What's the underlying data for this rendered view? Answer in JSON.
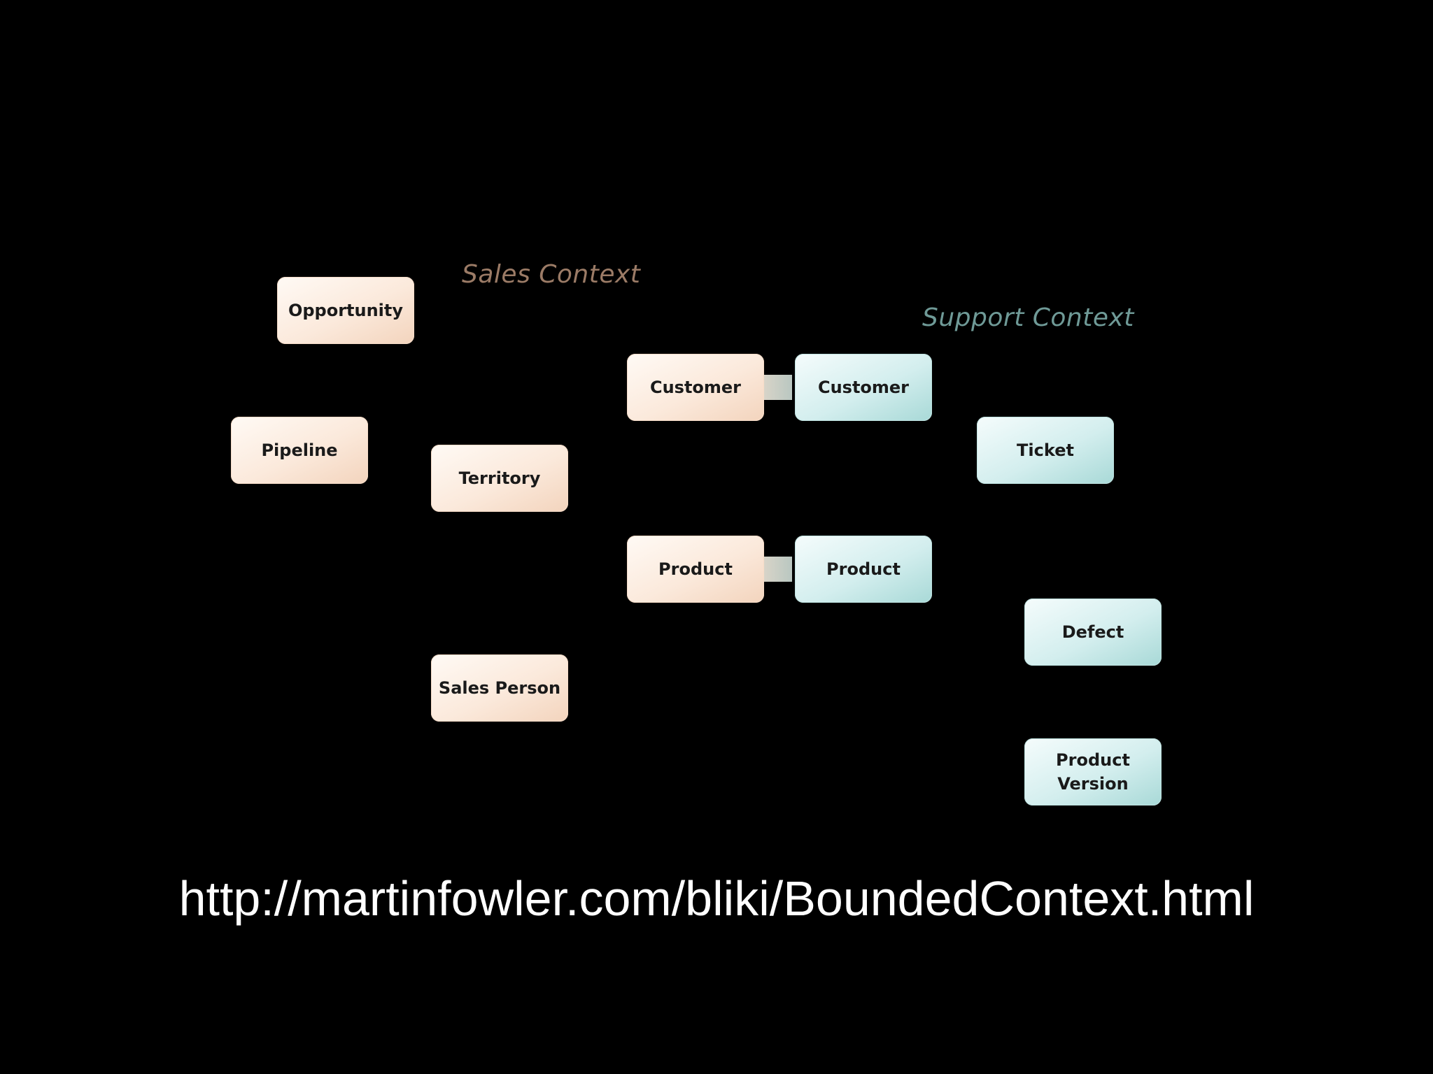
{
  "contexts": {
    "sales": {
      "label": "Sales Context",
      "color": "#9b7b66"
    },
    "support": {
      "label": "Support Context",
      "color": "#6f9a97"
    }
  },
  "sales_entities": {
    "opportunity": "Opportunity",
    "pipeline": "Pipeline",
    "territory": "Territory",
    "customer": "Customer",
    "product": "Product",
    "sales_person": "Sales Person"
  },
  "support_entities": {
    "customer": "Customer",
    "ticket": "Ticket",
    "product": "Product",
    "defect": "Defect",
    "product_version": "Product\nVersion"
  },
  "shared_links": [
    {
      "from": "Customer",
      "to": "Customer"
    },
    {
      "from": "Product",
      "to": "Product"
    }
  ],
  "footer": {
    "url": "http://martinfowler.com/bliki/BoundedContext.html"
  },
  "colors": {
    "background": "#000000",
    "sales_box": "#fbe9db",
    "support_box": "#d3eeee"
  }
}
